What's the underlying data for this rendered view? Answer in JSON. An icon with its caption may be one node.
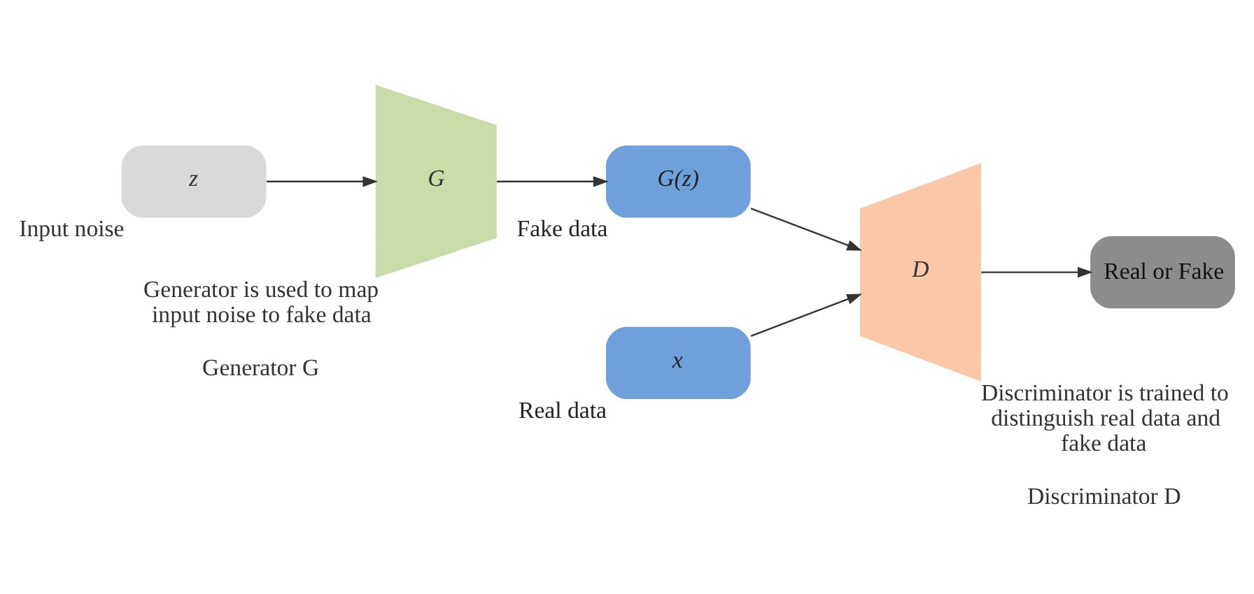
{
  "diagram": {
    "nodes": [
      {
        "text": [
          "z"
        ],
        "beside": [
          "Input noise"
        ]
      },
      {
        "text": [
          "G"
        ],
        "beside": [
          "Generator is used to map input noise to fake data",
          "Generator G"
        ]
      },
      {
        "text": [
          "G(z)"
        ],
        "beside": [
          "Fake data"
        ]
      },
      {
        "text": [
          "x"
        ],
        "beside": [
          "Real data"
        ]
      },
      {
        "text": [
          "D"
        ],
        "beside": [
          "Discriminator is trained to distinguish real data and fake data",
          "Discriminator D"
        ]
      },
      {
        "text": [
          "Real or Fake"
        ]
      }
    ],
    "edges": [
      {
        "from": 0,
        "to": 1,
        "arrow": "to"
      },
      {
        "from": 1,
        "to": 2,
        "arrow": "to"
      },
      {
        "from": 2,
        "to": 4,
        "arrow": "to"
      },
      {
        "from": 3,
        "to": 4,
        "arrow": "to"
      },
      {
        "from": 4,
        "to": 5,
        "arrow": "to"
      }
    ]
  }
}
